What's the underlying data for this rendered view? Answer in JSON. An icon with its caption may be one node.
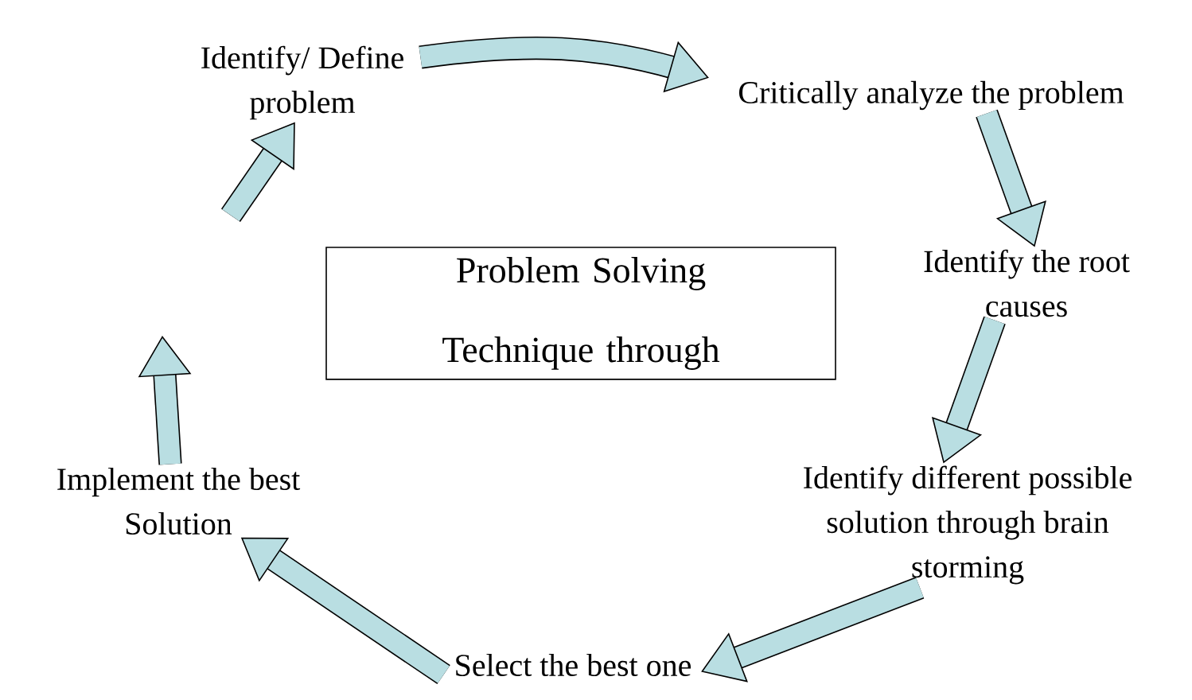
{
  "diagram": {
    "nodes": [
      {
        "text": [
          "Identify/ Define problem"
        ]
      },
      {
        "text": [
          "Critically analyze the problem"
        ]
      },
      {
        "text": [
          "Problem Solving Technique through"
        ]
      },
      {
        "text": [
          "Identify the root causes"
        ]
      },
      {
        "text": [
          "Implement the best Solution"
        ]
      },
      {
        "text": [
          "Identify different possible solution through brain storming"
        ]
      },
      {
        "text": [
          "Select the best one"
        ]
      }
    ],
    "edges": [
      {
        "from": 0,
        "to": 1,
        "arrow": "to"
      },
      {
        "from": 1,
        "to": 3,
        "arrow": "to"
      },
      {
        "from": 3,
        "to": 5,
        "arrow": "to"
      },
      {
        "from": 5,
        "to": 6,
        "arrow": "to"
      },
      {
        "from": 6,
        "to": 4,
        "arrow": "to"
      },
      {
        "from": 4,
        "to": null,
        "arrow": "to"
      },
      {
        "from": null,
        "to": 0,
        "arrow": "to"
      }
    ]
  }
}
